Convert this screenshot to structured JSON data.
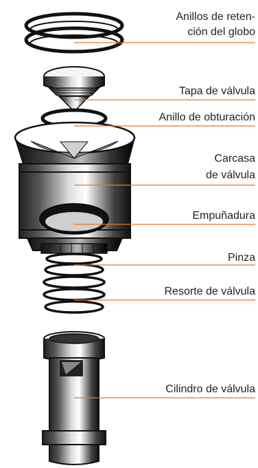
{
  "diagram": {
    "accent_color": "#e87722",
    "labels": {
      "retaining_rings_line1": "Anillos de reten-",
      "retaining_rings_line2": "ción del globo",
      "valve_cap": "Tapa de válvula",
      "sealing_ring": "Anillo de obturación",
      "housing_line1": "Carcasa",
      "housing_line2": "de válvula",
      "grip": "Empuñadura",
      "clamp": "Pinza",
      "spring": "Resorte de válvula",
      "cylinder": "Cilindro de válvula"
    }
  }
}
